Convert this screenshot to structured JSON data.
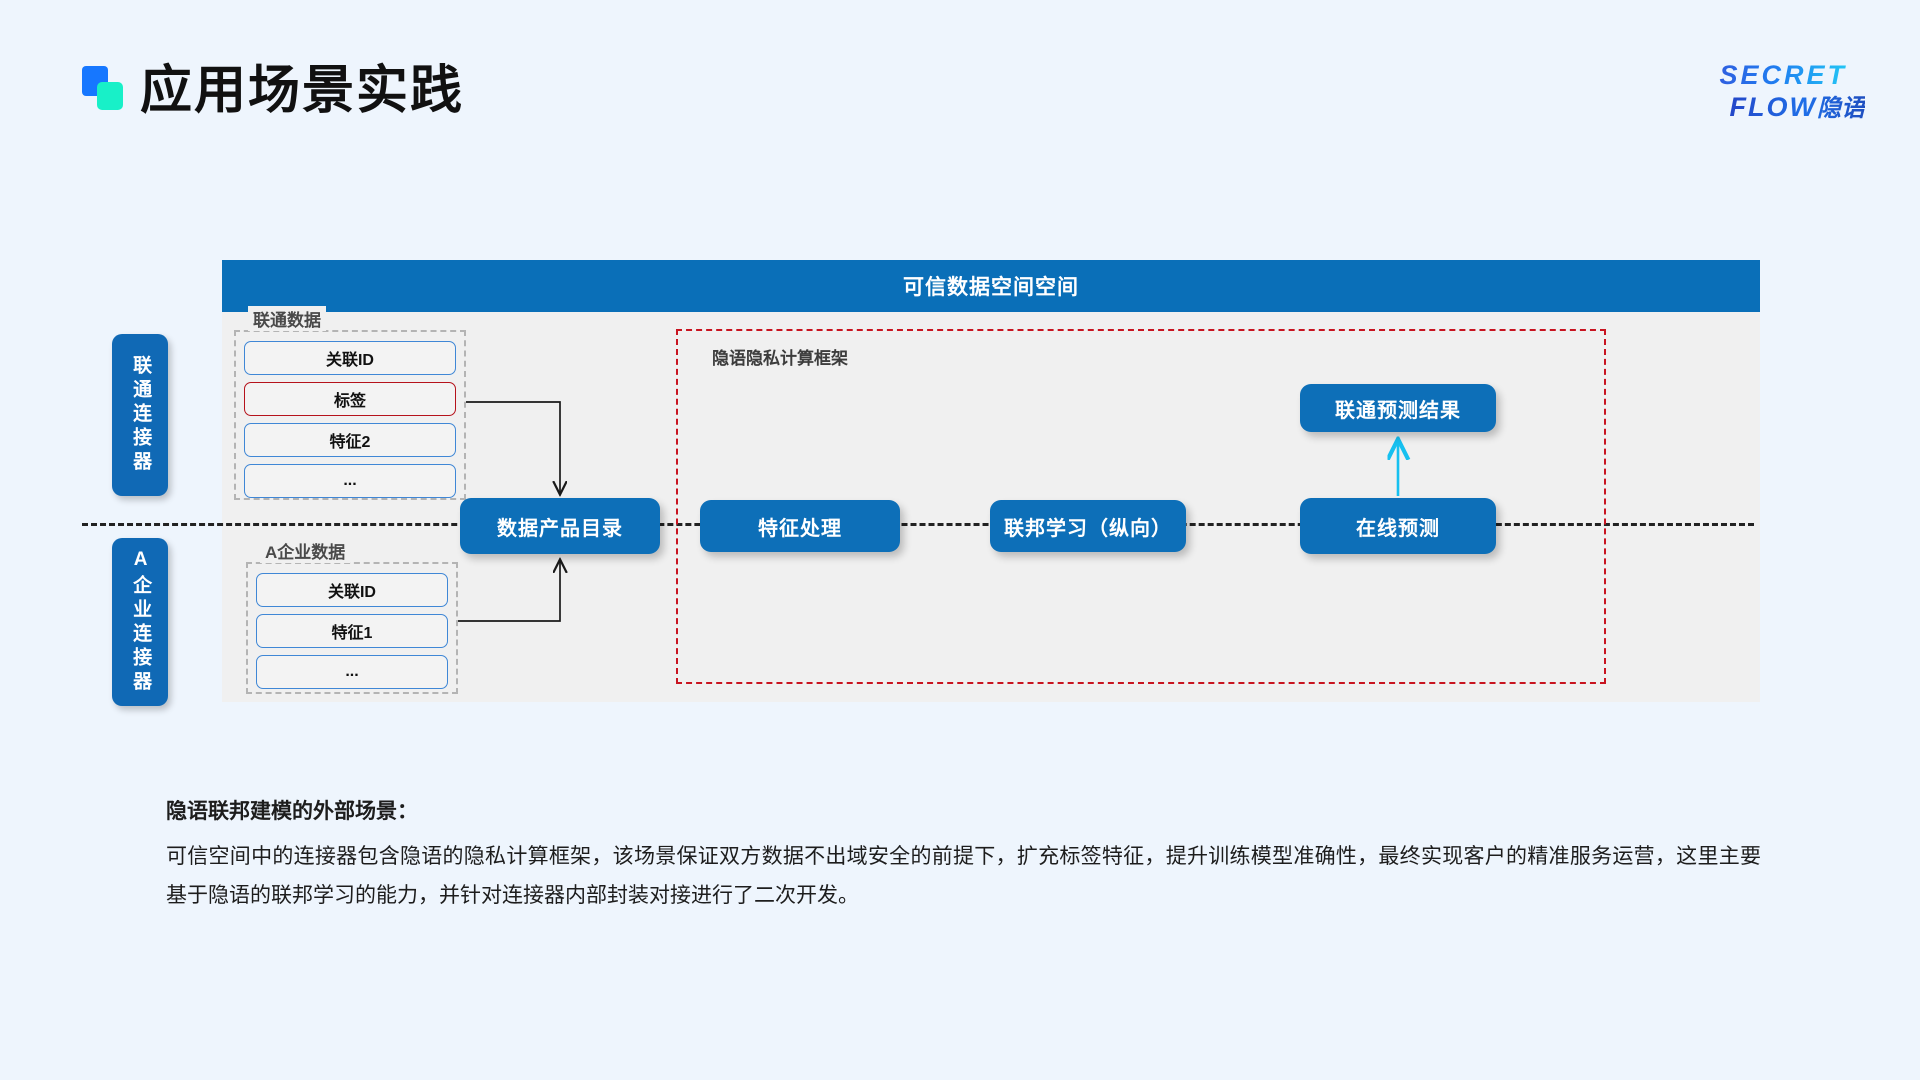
{
  "header": {
    "title": "应用场景实践",
    "logo_icon": "two-squares-logo-icon",
    "brand_top": "SECRET",
    "brand_bottom": "FLOW",
    "brand_cn": "隐语"
  },
  "diagram": {
    "panel_header": "可信数据空间空间",
    "connectors": [
      {
        "name": "tab-uni",
        "label": "联通连接器"
      },
      {
        "name": "tab-entA",
        "label": "A企业连接器"
      }
    ],
    "data_groups": [
      {
        "name": "group-uni",
        "label": "联通数据",
        "items": [
          {
            "label": "关联ID",
            "accent": false
          },
          {
            "label": "标签",
            "accent": true
          },
          {
            "label": "特征2",
            "accent": false
          },
          {
            "label": "...",
            "accent": false
          }
        ]
      },
      {
        "name": "group-entA",
        "label": "A企业数据",
        "items": [
          {
            "label": "关联ID",
            "accent": false
          },
          {
            "label": "特征1",
            "accent": false
          },
          {
            "label": "...",
            "accent": false
          }
        ]
      }
    ],
    "framework_label": "隐语隐私计算框架",
    "nodes": [
      {
        "name": "node-catalog",
        "label": "数据产品目录"
      },
      {
        "name": "node-feature",
        "label": "特征处理"
      },
      {
        "name": "node-fl",
        "label": "联邦学习（纵向）"
      },
      {
        "name": "node-online",
        "label": "在线预测"
      },
      {
        "name": "node-result",
        "label": "联通预测结果"
      }
    ]
  },
  "caption": {
    "title": "隐语联邦建模的外部场景：",
    "body": "可信空间中的连接器包含隐语的隐私计算框架，该场景保证双方数据不出域安全的前提下，扩充标签特征，提升训练模型准确性，最终实现客户的精准服务运营，这里主要基于隐语的联邦学习的能力，并针对连接器内部封装对接进行了二次开发。"
  },
  "colors": {
    "page_background": "#eef5fd",
    "panel_background": "#f0f0f0",
    "primary_blue": "#0a6fb8",
    "node_blue": "#0d6fb8",
    "accent_red": "#c81420",
    "item_border_blue": "#3f87d6",
    "arrow_cyan": "#16c0f0",
    "logo_blue": "#1677ff",
    "logo_teal": "#18f0c8"
  }
}
